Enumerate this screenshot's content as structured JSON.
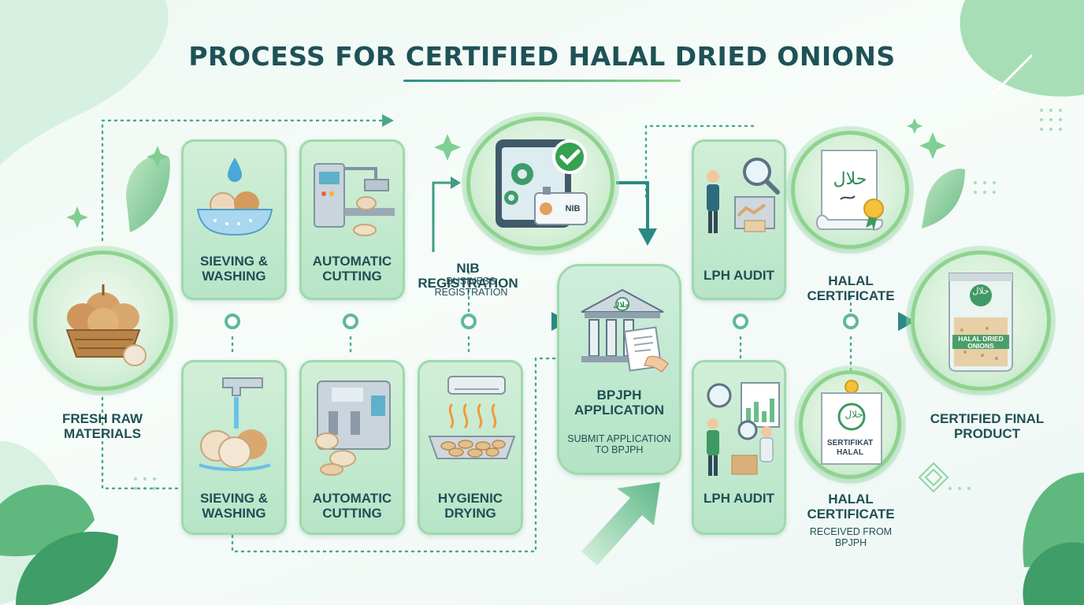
{
  "title": "PROCESS FOR CERTIFIED HALAL DRIED ONIONS",
  "nodes": {
    "fresh_raw": "FRESH RAW MATERIALS",
    "top_sieving": "SIEVING & WASHING",
    "top_cutting": "AUTOMATIC CUTTING",
    "bottom_sieving": "SIEVING & WASHING",
    "bottom_cutting": "AUTOMATIC CUTTING",
    "bottom_drying": "HYGIENIC DRYING",
    "nib_title": "NIB REGISTRATION",
    "nib_sub": "BUSINESS REGISTRATION",
    "nib_badge": "NIB",
    "bpjph_title": "BPJPH APPLICATION",
    "bpjph_sub": "SUBMIT APPLICATION TO BPJPH",
    "lph_top": "LPH AUDIT",
    "lph_bottom": "LPH AUDIT",
    "halal_cert_top": "HALAL CERTIFICATE",
    "halal_cert_bottom": "HALAL CERTIFICATE",
    "halal_cert_bottom_sub": "RECEIVED FROM BPJPH",
    "sertifikat_label": "SERTIFIKAT HALAL",
    "final_product": "CERTIFIED FINAL PRODUCT",
    "package_label": "HALAL DRIED ONIONS",
    "arabic_halal": "حلال"
  },
  "colors": {
    "primary": "#1e5257",
    "accent_teal": "#2d8f86",
    "accent_green": "#8fd38e",
    "card_fill": "#c4e9cf"
  }
}
